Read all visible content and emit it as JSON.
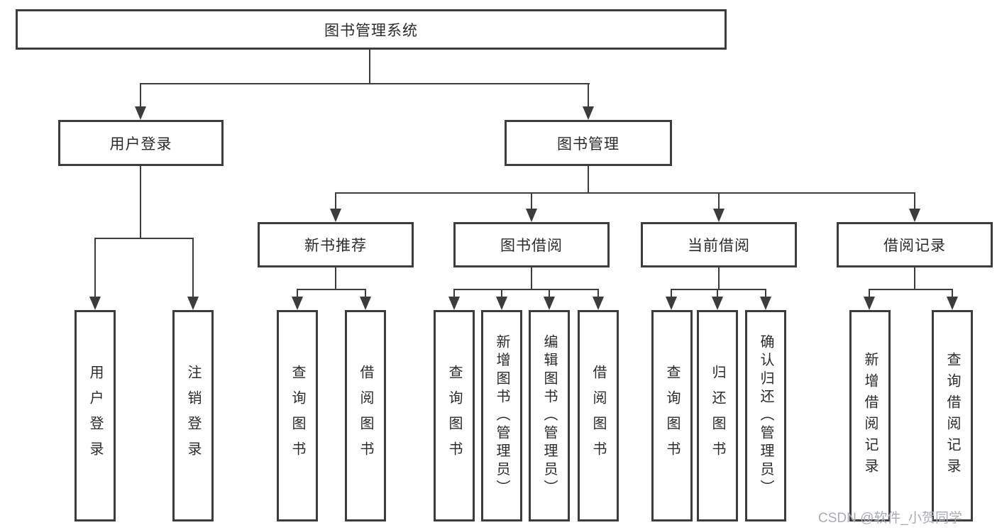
{
  "root_label": "图书管理系统",
  "level2": {
    "user_login": "用户登录",
    "book_mgmt": "图书管理"
  },
  "level3": {
    "new_book_rec": "新书推荐",
    "book_borrow": "图书借阅",
    "current_borrow": "当前借阅",
    "borrow_record": "借阅记录"
  },
  "leaves": {
    "user_login": [
      "用户登录",
      "注销登录"
    ],
    "new_book_rec": [
      "查询图书",
      "借阅图书"
    ],
    "book_borrow": [
      "查询图书",
      "新增图书（管理员）",
      "编辑图书（管理员）",
      "借阅图书"
    ],
    "current_borrow": [
      "查询图书",
      "归还图书",
      "确认归还（管理员）"
    ],
    "borrow_record": [
      "新增借阅记录",
      "查询借阅记录"
    ]
  },
  "watermark": "CSDN @软件_小贺同学",
  "colors": {
    "line": "#3c3c3c",
    "box_border": "#3c3c3c",
    "text": "#2b2b2b",
    "watermark": "#a8abb2",
    "background": "#ffffff"
  }
}
